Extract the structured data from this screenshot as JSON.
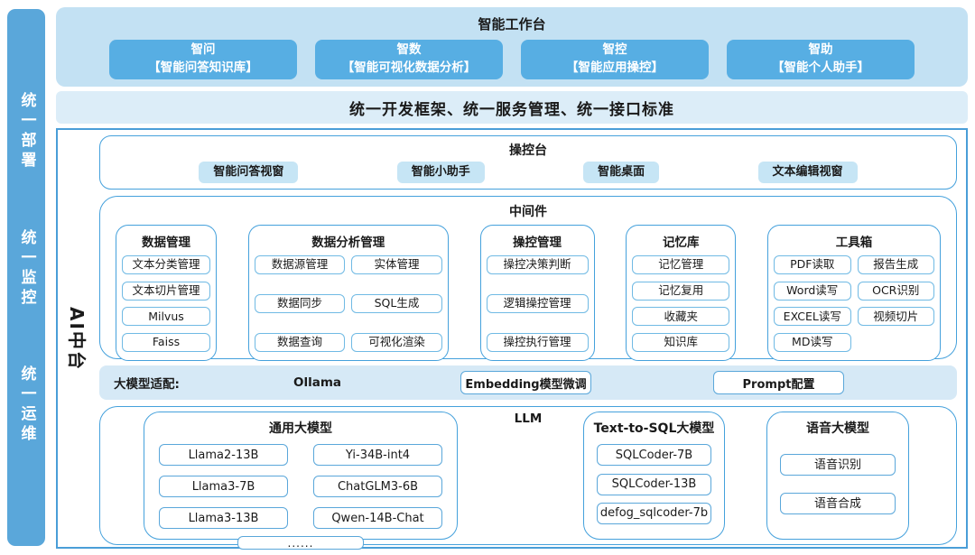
{
  "sidebar": {
    "items": [
      {
        "label": "统一部署"
      },
      {
        "label": "统一监控"
      },
      {
        "label": "统一运维"
      }
    ]
  },
  "workbench": {
    "title": "智能工作台",
    "apps": [
      {
        "name": "智问",
        "desc": "【智能问答知识库】"
      },
      {
        "name": "智数",
        "desc": "【智能可视化数据分析】"
      },
      {
        "name": "智控",
        "desc": "【智能应用操控】"
      },
      {
        "name": "智助",
        "desc": "【智能个人助手】"
      }
    ]
  },
  "unified_bar": {
    "text": "统一开发框架、统一服务管理、统一接口标准"
  },
  "ai_platform": {
    "label": "AI中台",
    "console": {
      "title": "操控台",
      "items": [
        "智能问答视窗",
        "智能小助手",
        "智能桌面",
        "文本编辑视窗"
      ]
    },
    "middleware": {
      "title": "中间件",
      "groups": [
        {
          "title": "数据管理",
          "cols": 1,
          "items": [
            "文本分类管理",
            "文本切片管理",
            "Milvus",
            "Faiss"
          ]
        },
        {
          "title": "数据分析管理",
          "cols": 2,
          "items": [
            "数据源管理",
            "实体管理",
            "数据同步",
            "SQL生成",
            "数据查询",
            "可视化渲染"
          ]
        },
        {
          "title": "操控管理",
          "cols": 1,
          "items": [
            "操控决策判断",
            "逻辑操控管理",
            "操控执行管理"
          ]
        },
        {
          "title": "记忆库",
          "cols": 1,
          "items": [
            "记忆管理",
            "记忆复用",
            "收藏夹",
            "知识库"
          ]
        },
        {
          "title": "工具箱",
          "cols": 2,
          "items": [
            "PDF读取",
            "报告生成",
            "Word读写",
            "OCR识别",
            "EXCEL读写",
            "视频切片",
            "MD读写"
          ]
        }
      ]
    },
    "adapter": {
      "label": "大模型适配:",
      "plain_item": "Ollama",
      "boxed_items": [
        "Embedding模型微调",
        "Prompt配置"
      ]
    },
    "llm": {
      "title": "LLM",
      "groups": [
        {
          "title": "通用大模型",
          "layout": "grid",
          "items": [
            "Llama2-13B",
            "Yi-34B-int4",
            "Llama3-7B",
            "ChatGLM3-6B",
            "Llama3-13B",
            "Qwen-14B-Chat"
          ],
          "more": "......"
        },
        {
          "title": "Text-to-SQL大模型",
          "layout": "column",
          "items": [
            "SQLCoder-7B",
            "SQLCoder-13B",
            "defog_sqlcoder-7b"
          ]
        },
        {
          "title": "语音大模型",
          "layout": "column",
          "items": [
            "语音识别",
            "语音合成"
          ]
        }
      ]
    }
  },
  "colors": {
    "sidebar-blue": "#5AA7DA",
    "app-btn-blue": "#57AEE3",
    "panel-light": "#C3E1F3",
    "bar-lighter": "#DCEDF8",
    "adapter-blue": "#D6E9F6",
    "chip-blue": "#C6E5F5",
    "outline": "#45A1DC",
    "item-outline": "#70BAE4",
    "main-border": "#4A9ED8",
    "text-dark": "#1a1a1a"
  }
}
